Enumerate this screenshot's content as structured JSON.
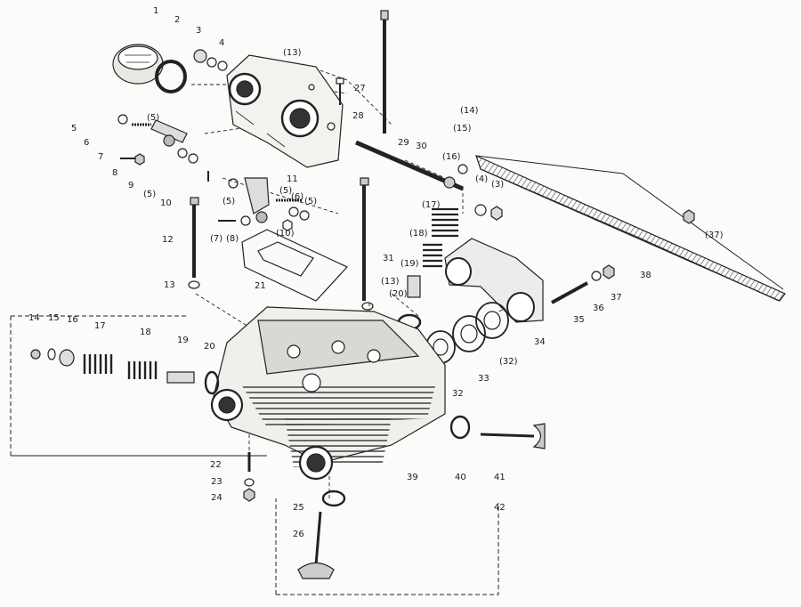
{
  "diagram": {
    "labels": [
      {
        "id": "l1",
        "text": "1"
      },
      {
        "id": "l2",
        "text": "2"
      },
      {
        "id": "l3",
        "text": "3"
      },
      {
        "id": "l4",
        "text": "4"
      },
      {
        "id": "l5",
        "text": "5"
      },
      {
        "id": "l5p",
        "text": "(5)"
      },
      {
        "id": "l6",
        "text": "6"
      },
      {
        "id": "l7",
        "text": "7"
      },
      {
        "id": "l8",
        "text": "8"
      },
      {
        "id": "l9",
        "text": "9"
      },
      {
        "id": "l5p2",
        "text": "(5)"
      },
      {
        "id": "l10",
        "text": "10"
      },
      {
        "id": "l13p",
        "text": "(13)"
      },
      {
        "id": "l27",
        "text": "27"
      },
      {
        "id": "l28",
        "text": "28"
      },
      {
        "id": "l29",
        "text": "29"
      },
      {
        "id": "l30",
        "text": "30"
      },
      {
        "id": "l14p",
        "text": "(14)"
      },
      {
        "id": "l15p",
        "text": "(15)"
      },
      {
        "id": "l16p",
        "text": "(16)"
      },
      {
        "id": "l4p",
        "text": "(4)"
      },
      {
        "id": "l3p",
        "text": "(3)"
      },
      {
        "id": "l11",
        "text": "11"
      },
      {
        "id": "l5p3",
        "text": "(5)"
      },
      {
        "id": "l5p4",
        "text": "(5)"
      },
      {
        "id": "l6p",
        "text": "(6)"
      },
      {
        "id": "l5p5",
        "text": "(5)"
      },
      {
        "id": "l10p",
        "text": "(10)"
      },
      {
        "id": "l7p",
        "text": "(7)"
      },
      {
        "id": "l8p",
        "text": "(8)"
      },
      {
        "id": "l12",
        "text": "12"
      },
      {
        "id": "l13",
        "text": "13"
      },
      {
        "id": "l21",
        "text": "21"
      },
      {
        "id": "l17p",
        "text": "(17)"
      },
      {
        "id": "l18p",
        "text": "(18)"
      },
      {
        "id": "l19p",
        "text": "(19)"
      },
      {
        "id": "l20p",
        "text": "(20)"
      },
      {
        "id": "l13p2",
        "text": "(13)"
      },
      {
        "id": "l31",
        "text": "31"
      },
      {
        "id": "l37p",
        "text": "(37)"
      },
      {
        "id": "l38",
        "text": "38"
      },
      {
        "id": "l37",
        "text": "37"
      },
      {
        "id": "l36",
        "text": "36"
      },
      {
        "id": "l35",
        "text": "35"
      },
      {
        "id": "l34",
        "text": "34"
      },
      {
        "id": "l32p",
        "text": "(32)"
      },
      {
        "id": "l33",
        "text": "33"
      },
      {
        "id": "l32",
        "text": "32"
      },
      {
        "id": "l14",
        "text": "14"
      },
      {
        "id": "l15",
        "text": "15"
      },
      {
        "id": "l16",
        "text": "16"
      },
      {
        "id": "l17",
        "text": "17"
      },
      {
        "id": "l18",
        "text": "18"
      },
      {
        "id": "l19",
        "text": "19"
      },
      {
        "id": "l20",
        "text": "20"
      },
      {
        "id": "l22",
        "text": "22"
      },
      {
        "id": "l23",
        "text": "23"
      },
      {
        "id": "l24",
        "text": "24"
      },
      {
        "id": "l25",
        "text": "25"
      },
      {
        "id": "l26",
        "text": "26"
      },
      {
        "id": "l39",
        "text": "39"
      },
      {
        "id": "l40",
        "text": "40"
      },
      {
        "id": "l41",
        "text": "41"
      },
      {
        "id": "l42",
        "text": "42"
      }
    ]
  }
}
